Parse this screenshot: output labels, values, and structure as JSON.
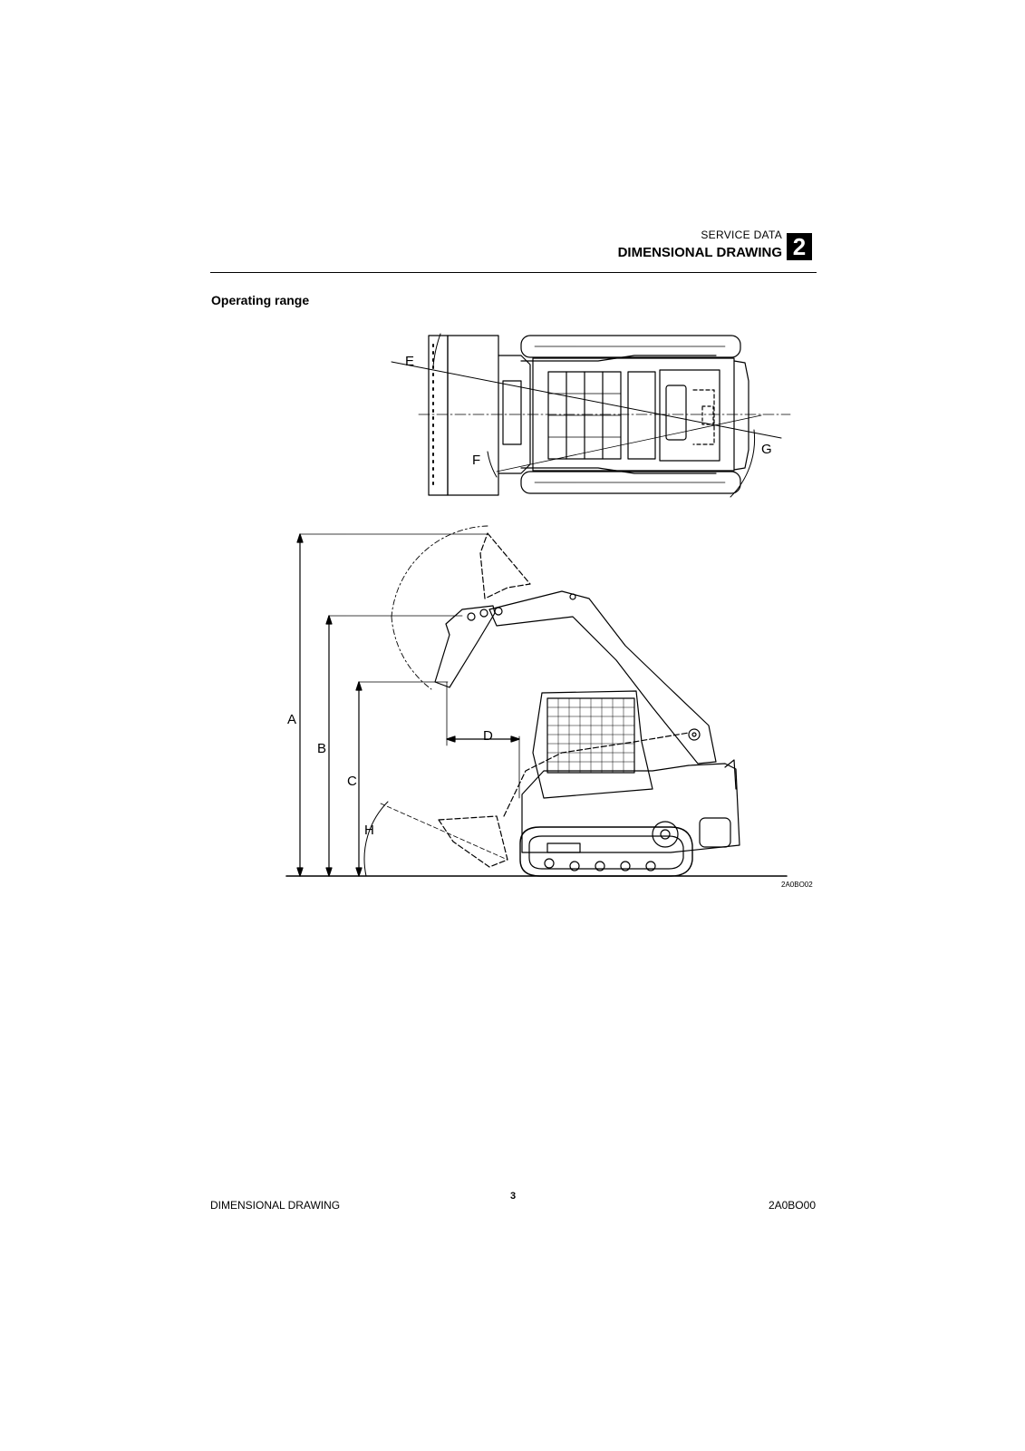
{
  "header": {
    "section": "SERVICE DATA",
    "title": "DIMENSIONAL DRAWING",
    "chapter": "2"
  },
  "section_title": "Operating range",
  "figure": {
    "code": "2A0BO02",
    "labels": {
      "a": "A",
      "b": "B",
      "c": "C",
      "d": "D",
      "e": "E",
      "f": "F",
      "g": "G",
      "h": "H"
    }
  },
  "footer": {
    "left": "DIMENSIONAL DRAWING",
    "page": "3",
    "right": "2A0BO00"
  }
}
